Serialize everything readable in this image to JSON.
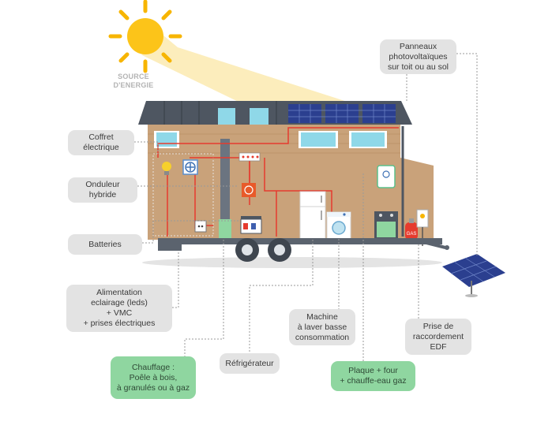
{
  "source_label": "SOURCE\nD'ENERGIE",
  "labels": {
    "panels": "Panneaux\nphotovoltaïques\nsur toit ou au sol",
    "coffret": "Coffret\nélectrique",
    "onduleur": "Onduleur\nhybride",
    "batteries": "Batteries",
    "alimentation": "Alimentation\neclairage (leds)\n+ VMC\n+ prises électriques",
    "chauffage": "Chauffage :\nPoêle à bois,\nà granulés ou à gaz",
    "refrigerateur": "Réfrigérateur",
    "machine": "Machine\nà laver basse\nconsommation",
    "plaque": "Plaque + four\n+ chauffe-eau gaz",
    "prise": "Prise de\nraccordement\nEDF"
  },
  "gas_tag": "GAS",
  "colors": {
    "sun": "#f7b500",
    "sun_core": "#fcc419",
    "beam": "#fbe7a6",
    "wall": "#c9a27a",
    "roof": "#4e5661",
    "wire": "#e63b2e",
    "window": "#8fd8e8",
    "panel": "#2b3f8f",
    "label_bg": "#e3e3e3",
    "label_green": "#8fd6a0"
  }
}
